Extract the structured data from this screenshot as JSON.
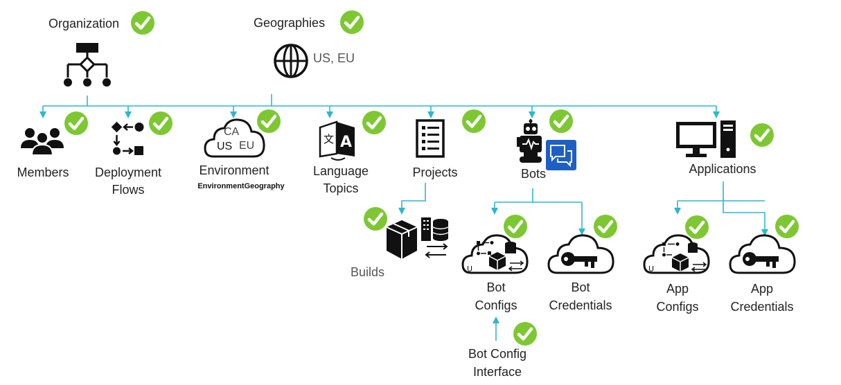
{
  "nodes": {
    "organization": {
      "label": "Organization"
    },
    "geographies": {
      "label": "Geographies",
      "regions": "US, EU"
    },
    "members": {
      "label": "Members"
    },
    "deployment_flows": {
      "line1": "Deployment",
      "line2": "Flows"
    },
    "environment": {
      "label": "Environment",
      "sublabel": "EnvironmentGeography",
      "cloud_top": "CA",
      "cloud_left": "US",
      "cloud_right": "EU"
    },
    "language_topics": {
      "line1": "Language",
      "line2": "Topics"
    },
    "projects": {
      "label": "Projects"
    },
    "bots": {
      "label": "Bots"
    },
    "applications": {
      "label": "Applications"
    },
    "builds": {
      "label": "Builds"
    },
    "bot_configs": {
      "line1": "Bot",
      "line2": "Configs"
    },
    "bot_credentials": {
      "line1": "Bot",
      "line2": "Credentials"
    },
    "app_configs": {
      "line1": "App",
      "line2": "Configs"
    },
    "app_credentials": {
      "line1": "App",
      "line2": "Credentials"
    },
    "bot_config_interface": {
      "line1": "Bot Config",
      "line2": "Interface"
    }
  },
  "colors": {
    "connector": "#2ab7d5",
    "check": "#7dc832",
    "icon": "#111111",
    "chat_bubble": "#1e5fc4"
  },
  "icons": {
    "organization": "org-chart-icon",
    "geographies": "globe-icon",
    "members": "people-icon",
    "deployment_flows": "flow-icon",
    "environment": "cloud-icon",
    "language_topics": "translate-icon",
    "projects": "checklist-icon",
    "bots": "robot-icon",
    "applications": "computer-icon",
    "builds": "package-server-icon",
    "configs": "cloud-config-icon",
    "credentials": "cloud-key-icon"
  }
}
